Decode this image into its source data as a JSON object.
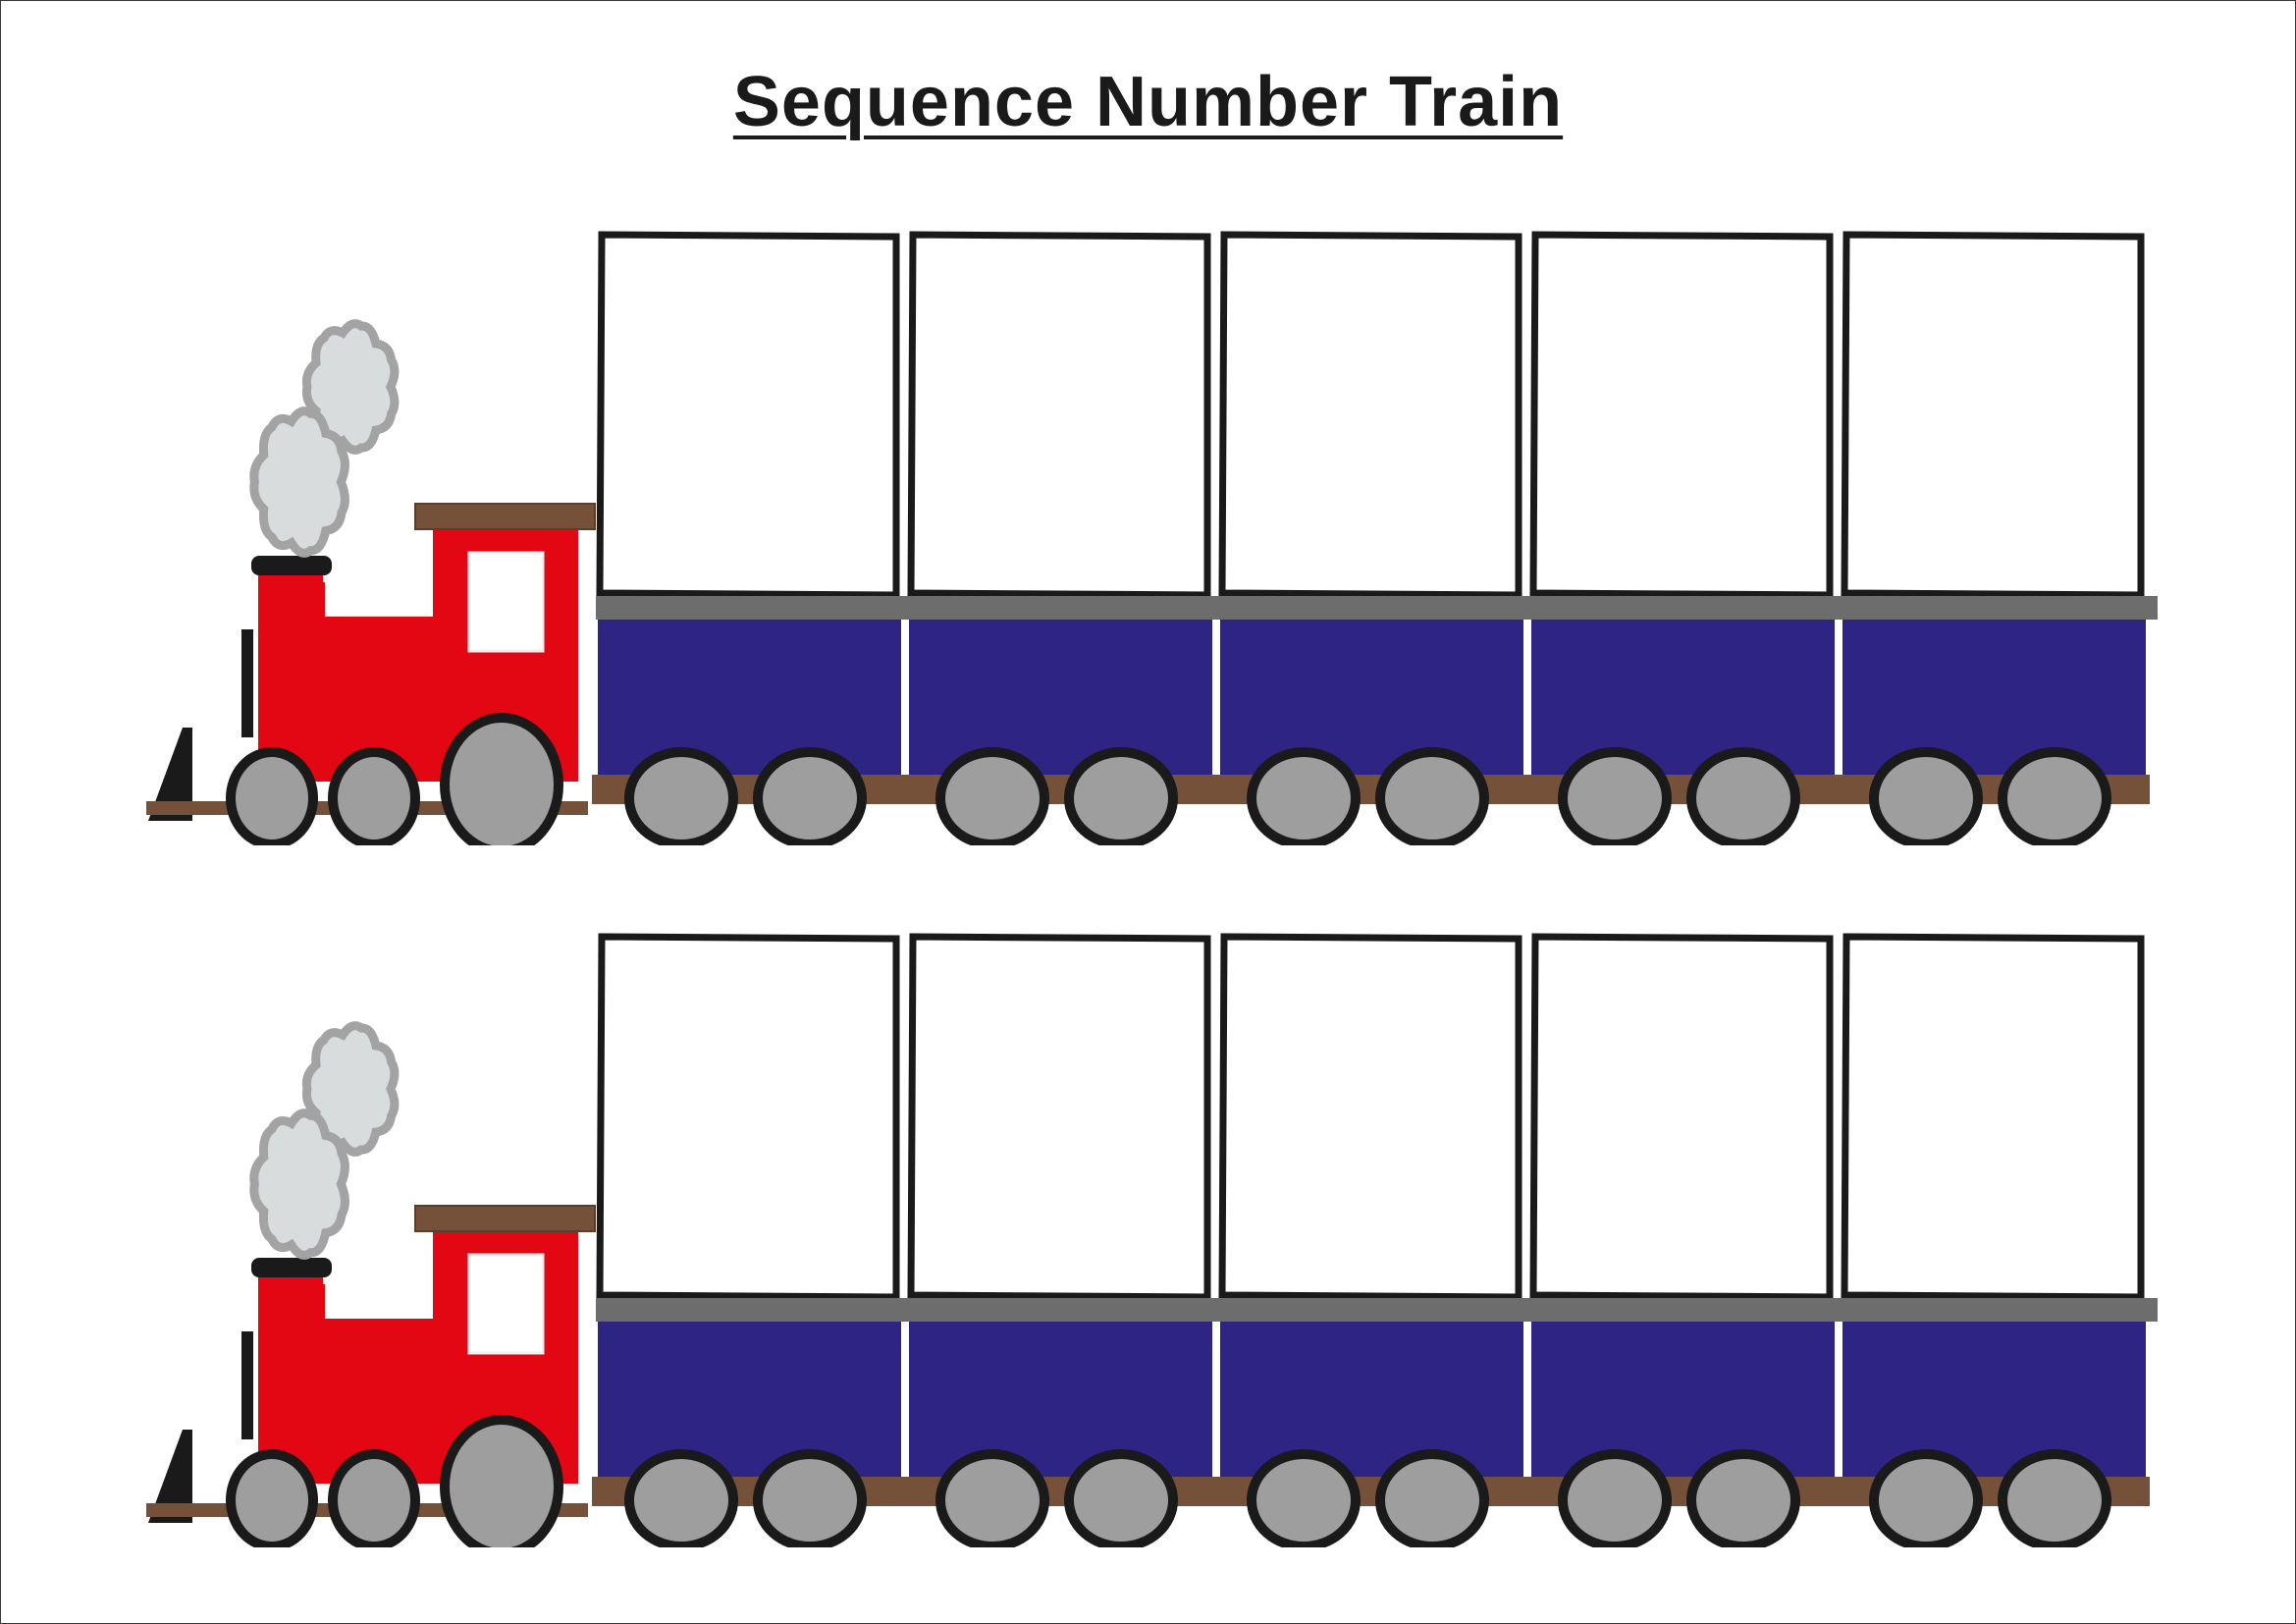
{
  "title": "Sequence Number Train",
  "colors": {
    "engine": "#e30613",
    "carriage": "#2e2483",
    "roof": "#6d6d6d",
    "chassis": "#75513a",
    "wheel": "#9e9e9e",
    "smoke": "#d9dcdc",
    "outline": "#1a1a1a"
  },
  "trains": [
    {
      "carriages": 5
    },
    {
      "carriages": 5
    }
  ]
}
